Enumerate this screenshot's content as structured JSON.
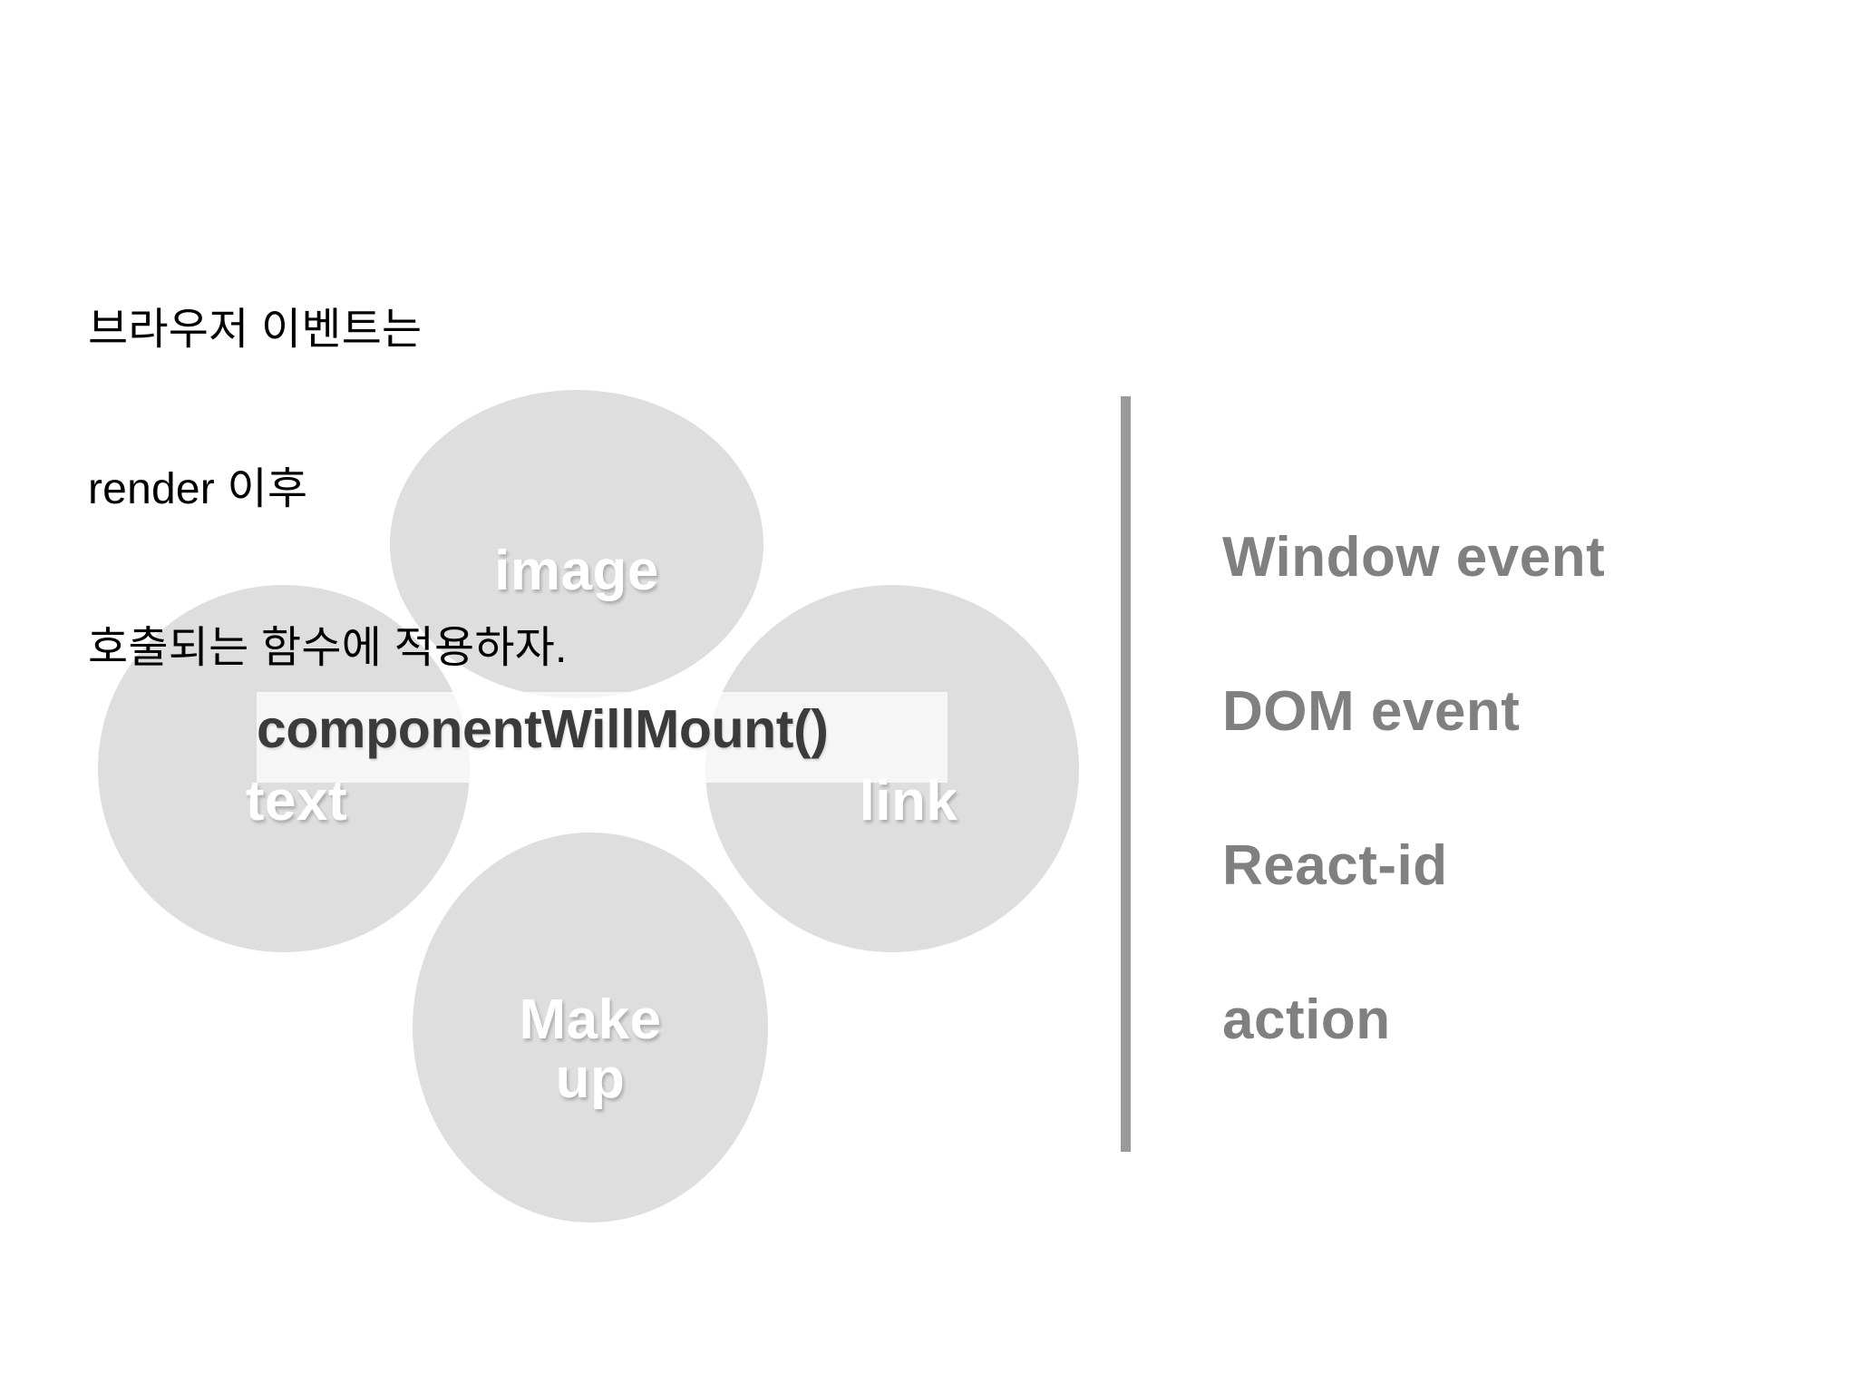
{
  "slide": {
    "background_color": "#ffffff",
    "headline": {
      "lines": [
        "브라우저 이벤트는",
        "render 이후",
        "호출되는 함수에 적용하자."
      ],
      "color": "#000000"
    },
    "diagram": {
      "petal_color": "#dedede",
      "petal_label_color": "#ffffff",
      "petals": [
        {
          "id": "image",
          "label": "image",
          "position": "top"
        },
        {
          "id": "text",
          "label": "text",
          "position": "left"
        },
        {
          "id": "link",
          "label": "link",
          "position": "right"
        },
        {
          "id": "makeup",
          "label": "Make\nup",
          "position": "bottom"
        }
      ],
      "center_method": {
        "label": "componentWillMount()",
        "color": "#3b3b3b",
        "band_color": "rgba(255,255,255,0.72)"
      }
    },
    "divider": {
      "color": "#9a9a9a",
      "orientation": "vertical"
    },
    "event_list": {
      "color": "#808080",
      "items": [
        "Window event",
        "DOM event",
        "React-id",
        "action"
      ]
    }
  }
}
